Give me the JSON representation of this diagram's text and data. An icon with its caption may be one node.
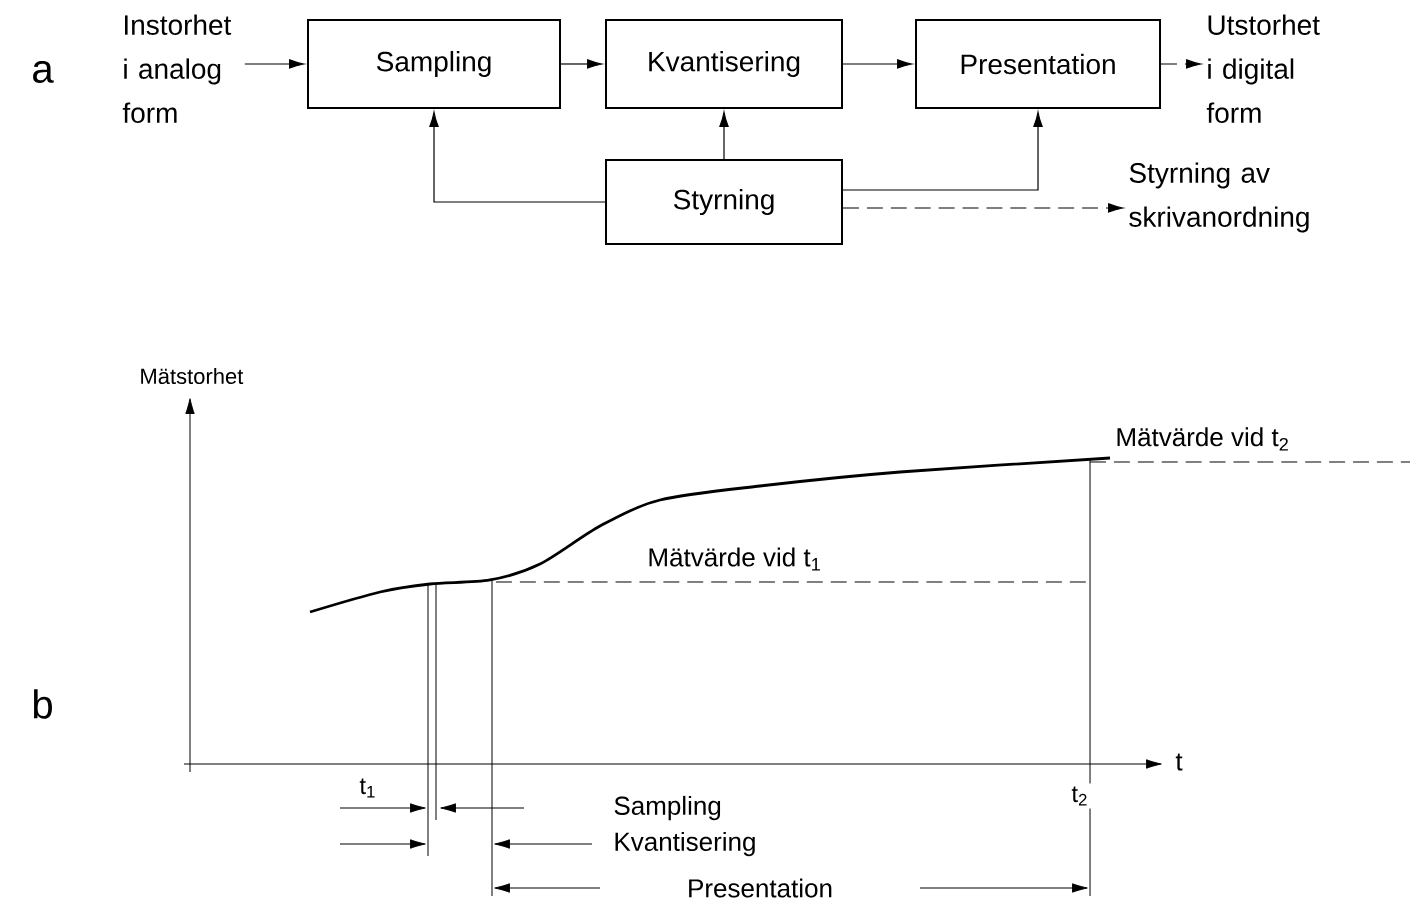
{
  "diagram": {
    "nodes": [
      {
        "text": [
          "Instorhet i analog form"
        ]
      },
      {
        "text": [
          "Sampling"
        ]
      },
      {
        "text": [
          "Kvantisering"
        ]
      },
      {
        "text": [
          "Presentation"
        ]
      },
      {
        "text": [
          "Utstorhet i digital form"
        ]
      },
      {
        "text": [
          "Styrning"
        ]
      },
      {
        "text": [
          "Styrning av skrivanordning"
        ]
      }
    ],
    "edges": [
      {
        "from": 0,
        "to": 1,
        "arrow": "to"
      },
      {
        "from": 1,
        "to": 2,
        "arrow": "to"
      },
      {
        "from": 2,
        "to": 3,
        "arrow": "to"
      },
      {
        "from": 3,
        "to": 4,
        "arrow": "to",
        "style": "dashed"
      },
      {
        "from": 5,
        "to": 1,
        "arrow": "to"
      },
      {
        "from": 5,
        "to": 2,
        "arrow": "to"
      },
      {
        "from": 5,
        "to": 3,
        "arrow": "to"
      },
      {
        "from": 5,
        "to": 6,
        "arrow": "to",
        "style": "dashed"
      }
    ],
    "labels": [
      "a",
      "Mätstorhet",
      "Mätvärde vid t$_{2}$",
      "Mätvärde vid t$_{1}$",
      "b",
      "t",
      "t$_{1}$",
      "t$_{2}$",
      "Sampling",
      "Kvantisering",
      "Presentation"
    ]
  }
}
